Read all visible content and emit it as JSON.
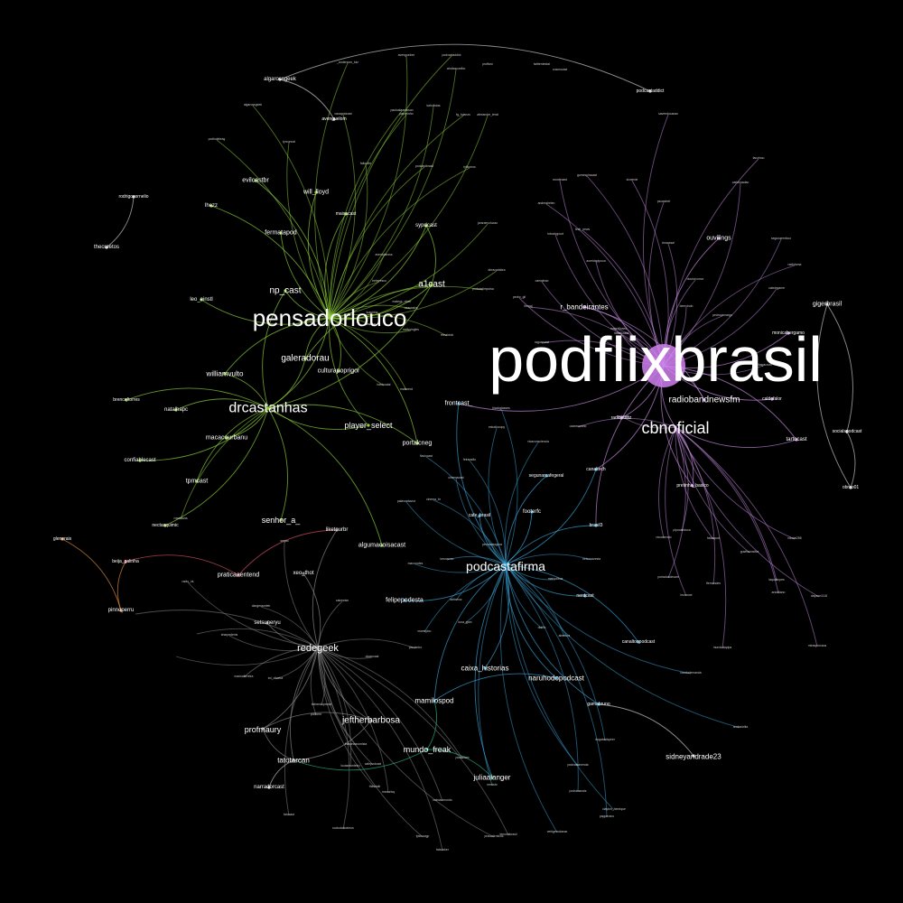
{
  "graph": {
    "background": "#000000",
    "communities": {
      "green": "#8fd13a",
      "purple": "#c48ae0",
      "blue": "#3aa3d6",
      "gray": "#8a8a8a",
      "teal": "#2bb38a",
      "orange": "#e09040",
      "red": "#d05060",
      "white": "#cccccc"
    },
    "hub_node_color": "#d080f0",
    "nodes": [
      {
        "id": "podflixbrasil",
        "community": "purple"
      },
      {
        "id": "pensadorlouco",
        "community": "green"
      },
      {
        "id": "drcastanhas",
        "community": "green"
      },
      {
        "id": "podcastafirma",
        "community": "blue"
      },
      {
        "id": "cbnoficial",
        "community": "purple"
      },
      {
        "id": "radiobandnewsfm",
        "community": "purple"
      },
      {
        "id": "redegeek",
        "community": "gray"
      },
      {
        "id": "jeftherbarbosa",
        "community": "gray"
      },
      {
        "id": "galeradorau",
        "community": "green"
      },
      {
        "id": "np_cast",
        "community": "green"
      },
      {
        "id": "a1cast",
        "community": "green"
      },
      {
        "id": "player_select",
        "community": "green"
      },
      {
        "id": "senhor_a_",
        "community": "green"
      },
      {
        "id": "profmaury",
        "community": "gray"
      },
      {
        "id": "tatotarcan",
        "community": "gray"
      },
      {
        "id": "mundo_freak",
        "community": "teal"
      },
      {
        "id": "juliaalanger",
        "community": "teal"
      },
      {
        "id": "mamilospod",
        "community": "blue"
      },
      {
        "id": "caixa_historias",
        "community": "blue"
      },
      {
        "id": "naruhodopodcast",
        "community": "blue"
      },
      {
        "id": "sidneyandrade23",
        "community": "white"
      },
      {
        "id": "r_bandeirantes",
        "community": "purple"
      },
      {
        "id": "ouvilings",
        "community": "purple"
      },
      {
        "id": "gigerbrasil",
        "community": "white"
      },
      {
        "id": "frontcast_",
        "community": "blue"
      },
      {
        "id": "fermatapod",
        "community": "green"
      },
      {
        "id": "evilcastbr",
        "community": "green"
      },
      {
        "id": "will_lloyd",
        "community": "green"
      },
      {
        "id": "williamvulto",
        "community": "green"
      },
      {
        "id": "culturapoprigor",
        "community": "green"
      },
      {
        "id": "macacourbanu",
        "community": "green"
      },
      {
        "id": "natalhapc",
        "community": "green"
      },
      {
        "id": "portalcneg",
        "community": "green"
      },
      {
        "id": "algumacoisacast",
        "community": "green"
      },
      {
        "id": "felipepodesta",
        "community": "blue"
      },
      {
        "id": "setsuneryu",
        "community": "gray"
      },
      {
        "id": "xeo_thot",
        "community": "gray"
      },
      {
        "id": "liketourbr",
        "community": "gray"
      },
      {
        "id": "praticaaentend",
        "community": "red"
      },
      {
        "id": "beija_galinha",
        "community": "red"
      },
      {
        "id": "pinnoperru",
        "community": "orange"
      },
      {
        "id": "glenerais",
        "community": "orange"
      },
      {
        "id": "narradorcast",
        "community": "white"
      },
      {
        "id": "thecreetos",
        "community": "white"
      },
      {
        "id": "rodrigocornelio",
        "community": "white"
      },
      {
        "id": "lhezz",
        "community": "green"
      },
      {
        "id": "leo_einstl",
        "community": "green"
      },
      {
        "id": "sypdcast",
        "community": "green"
      },
      {
        "id": "maisacast",
        "community": "green"
      },
      {
        "id": "confiablecast",
        "community": "green"
      },
      {
        "id": "tpmcast",
        "community": "green"
      },
      {
        "id": "brenceftorres",
        "community": "green"
      },
      {
        "id": "nectasquimic",
        "community": "green"
      },
      {
        "id": "caldofalor",
        "community": "purple"
      },
      {
        "id": "radiosuaiz",
        "community": "purple"
      },
      {
        "id": "monicabergamo",
        "community": "purple"
      },
      {
        "id": "tartocast",
        "community": "purple"
      },
      {
        "id": "obrao01",
        "community": "white"
      },
      {
        "id": "socialspodcast",
        "community": "white"
      },
      {
        "id": "cafe_brasil",
        "community": "blue"
      },
      {
        "id": "footerfc",
        "community": "blue"
      },
      {
        "id": "segunarcafegeral",
        "community": "blue"
      },
      {
        "id": "canaltech",
        "community": "blue"
      },
      {
        "id": "brasil3",
        "community": "blue"
      },
      {
        "id": "nerdcast",
        "community": "blue"
      },
      {
        "id": "canaltoopodcast",
        "community": "blue"
      },
      {
        "id": "gamabruno",
        "community": "blue"
      },
      {
        "id": "pretinha_basico",
        "community": "purple"
      },
      {
        "id": "podcastaddict",
        "community": "white"
      },
      {
        "id": "algarossgeek",
        "community": "white"
      },
      {
        "id": "avenguelom",
        "community": "white"
      }
    ],
    "labels": [
      {
        "text": "podflixbrasil"
      },
      {
        "text": "pensadorlouco"
      },
      {
        "text": "drcastanhas"
      },
      {
        "text": "podcastafirma"
      },
      {
        "text": "cbnoficial"
      },
      {
        "text": "radiobandnewsfm"
      },
      {
        "text": "redegeek"
      },
      {
        "text": "jeftherbarbosa"
      },
      {
        "text": "galeradorau"
      },
      {
        "text": "np_cast"
      },
      {
        "text": "a1cast"
      },
      {
        "text": "player_select"
      },
      {
        "text": "senhor_a_"
      },
      {
        "text": "profmaury"
      },
      {
        "text": "tatotarcan"
      },
      {
        "text": "mundo_freak"
      },
      {
        "text": "juliaalanger"
      },
      {
        "text": "mamilospod"
      },
      {
        "text": "caixa_historias"
      },
      {
        "text": "naruhodopodcast"
      },
      {
        "text": "sidneyandrade23"
      },
      {
        "text": "r_bandeirantes"
      },
      {
        "text": "ouvilings"
      },
      {
        "text": "gigerbrasil"
      },
      {
        "text": "frontcast_"
      },
      {
        "text": "fermatapod"
      },
      {
        "text": "evilcastbr"
      },
      {
        "text": "will_lloyd"
      },
      {
        "text": "williamvulto"
      },
      {
        "text": "culturapoprigor"
      },
      {
        "text": "macacourbanu"
      },
      {
        "text": "natalhapc"
      },
      {
        "text": "portalcneg"
      },
      {
        "text": "algumacoisacast"
      },
      {
        "text": "felipepodesta"
      },
      {
        "text": "setsuneryu"
      },
      {
        "text": "xeo_thot"
      },
      {
        "text": "liketourbr"
      },
      {
        "text": "praticaaentend"
      },
      {
        "text": "beija_galinha"
      },
      {
        "text": "pinnoperru"
      },
      {
        "text": "glenerais"
      },
      {
        "text": "narradorcast"
      },
      {
        "text": "thecreetos"
      },
      {
        "text": "rodrigocornelio"
      },
      {
        "text": "lhezz"
      },
      {
        "text": "leo_einstl"
      },
      {
        "text": "sypdcast"
      },
      {
        "text": "maisacast"
      },
      {
        "text": "confiablecast"
      },
      {
        "text": "tpmcast"
      },
      {
        "text": "brenceftorres"
      },
      {
        "text": "nectasquimic"
      },
      {
        "text": "caldofalor"
      },
      {
        "text": "radiosuaiz"
      },
      {
        "text": "monicabergamo"
      },
      {
        "text": "tartocast"
      },
      {
        "text": "obrao01"
      },
      {
        "text": "socialspodcast"
      },
      {
        "text": "cafe_brasil"
      },
      {
        "text": "footerfc"
      },
      {
        "text": "segunarcafegeral"
      },
      {
        "text": "canaltech"
      },
      {
        "text": "brasil3"
      },
      {
        "text": "nerdcast"
      },
      {
        "text": "canaltoopodcast"
      },
      {
        "text": "gamabruno"
      },
      {
        "text": "pretinha_basico"
      },
      {
        "text": "podcastaddict"
      },
      {
        "text": "algarossgeek"
      },
      {
        "text": "avenguelom"
      }
    ],
    "edges": [
      [
        "pensadorlouco",
        "drcastanhas"
      ],
      [
        "pensadorlouco",
        "galeradorau"
      ],
      [
        "pensadorlouco",
        "np_cast"
      ],
      [
        "pensadorlouco",
        "a1cast"
      ],
      [
        "pensadorlouco",
        "fermatapod"
      ],
      [
        "pensadorlouco",
        "evilcastbr"
      ],
      [
        "pensadorlouco",
        "will_lloyd"
      ],
      [
        "pensadorlouco",
        "lhezz"
      ],
      [
        "pensadorlouco",
        "leo_einstl"
      ],
      [
        "pensadorlouco",
        "sypdcast"
      ],
      [
        "pensadorlouco",
        "maisacast"
      ],
      [
        "pensadorlouco",
        "williamvulto"
      ],
      [
        "pensadorlouco",
        "culturapoprigor"
      ],
      [
        "pensadorlouco",
        "player_select"
      ],
      [
        "pensadorlouco",
        "portalcneg"
      ],
      [
        "drcastanhas",
        "galeradorau"
      ],
      [
        "drcastanhas",
        "macacourbanu"
      ],
      [
        "drcastanhas",
        "natalhapc"
      ],
      [
        "drcastanhas",
        "confiablecast"
      ],
      [
        "drcastanhas",
        "tpmcast"
      ],
      [
        "drcastanhas",
        "senhor_a_"
      ],
      [
        "drcastanhas",
        "brenceftorres"
      ],
      [
        "drcastanhas",
        "nectasquimic"
      ],
      [
        "drcastanhas",
        "player_select"
      ],
      [
        "drcastanhas",
        "algumacoisacast"
      ],
      [
        "drcastanhas",
        "williamvulto"
      ],
      [
        "drcastanhas",
        "portalcneg"
      ],
      [
        "drcastanhas",
        "a1cast"
      ],
      [
        "drcastanhas",
        "np_cast"
      ],
      [
        "a1cast",
        "sypdcast"
      ],
      [
        "galeradorau",
        "a1cast"
      ],
      [
        "podflixbrasil",
        "cbnoficial"
      ],
      [
        "podflixbrasil",
        "radiobandnewsfm"
      ],
      [
        "podflixbrasil",
        "r_bandeirantes"
      ],
      [
        "podflixbrasil",
        "ouvilings"
      ],
      [
        "podflixbrasil",
        "caldofalor"
      ],
      [
        "podflixbrasil",
        "radiosuaiz"
      ],
      [
        "podflixbrasil",
        "monicabergamo"
      ],
      [
        "podflixbrasil",
        "tartocast"
      ],
      [
        "podflixbrasil",
        "pretinha_basico"
      ],
      [
        "podflixbrasil",
        "frontcast_"
      ],
      [
        "podflixbrasil",
        "brasil3"
      ],
      [
        "podflixbrasil",
        "canaltech"
      ],
      [
        "radiobandnewsfm",
        "r_bandeirantes"
      ],
      [
        "cbnoficial",
        "pretinha_basico"
      ],
      [
        "cbnoficial",
        "tartocast"
      ],
      [
        "podcastafirma",
        "frontcast_"
      ],
      [
        "podcastafirma",
        "mamilospod"
      ],
      [
        "podcastafirma",
        "caixa_historias"
      ],
      [
        "podcastafirma",
        "naruhodopodcast"
      ],
      [
        "podcastafirma",
        "cafe_brasil"
      ],
      [
        "podcastafirma",
        "footerfc"
      ],
      [
        "podcastafirma",
        "segunarcafegeral"
      ],
      [
        "podcastafirma",
        "canaltech"
      ],
      [
        "podcastafirma",
        "brasil3"
      ],
      [
        "podcastafirma",
        "nerdcast"
      ],
      [
        "podcastafirma",
        "canaltoopodcast"
      ],
      [
        "podcastafirma",
        "gamabruno"
      ],
      [
        "podcastafirma",
        "felipepodesta"
      ],
      [
        "podcastafirma",
        "juliaalanger"
      ],
      [
        "mamilospod",
        "naruhodopodcast"
      ],
      [
        "redegeek",
        "jeftherbarbosa"
      ],
      [
        "redegeek",
        "profmaury"
      ],
      [
        "redegeek",
        "tatotarcan"
      ],
      [
        "redegeek",
        "setsuneryu"
      ],
      [
        "redegeek",
        "xeo_thot"
      ],
      [
        "redegeek",
        "liketourbr"
      ],
      [
        "jeftherbarbosa",
        "profmaury"
      ],
      [
        "jeftherbarbosa",
        "tatotarcan"
      ],
      [
        "profmaury",
        "tatotarcan"
      ],
      [
        "mundo_freak",
        "juliaalanger"
      ],
      [
        "mundo_freak",
        "mamilospod"
      ],
      [
        "mundo_freak",
        "tatotarcan"
      ],
      [
        "praticaaentend",
        "beija_galinha"
      ],
      [
        "praticaaentend",
        "liketourbr"
      ],
      [
        "pinnoperru",
        "glenerais"
      ],
      [
        "pinnoperru",
        "beija_galinha"
      ],
      [
        "thecreetos",
        "rodrigocornelio"
      ],
      [
        "gigerbrasil",
        "socialspodcast"
      ],
      [
        "gigerbrasil",
        "obrao01"
      ],
      [
        "socialspodcast",
        "obrao01"
      ],
      [
        "sidneyandrade23",
        "gamabruno"
      ],
      [
        "narradorcast",
        "tatotarcan"
      ],
      [
        "podcastaddict",
        "algarossgeek"
      ],
      [
        "algarossgeek",
        "avenguelom"
      ]
    ],
    "minor_labels": [
      "algarossgeek",
      "_andersom_luiz",
      "avenguelom",
      "podcastaddict",
      "cristiascoelho",
      "proffaro",
      "alexandre_terat",
      "pauloalaarraison",
      "twitterdestat",
      "cosmocast",
      "podisdebrag",
      "tyrconnal",
      "falloutbr",
      "podcastbrasil",
      "avenidaboss",
      "tyfilomos",
      "juraraevolucao",
      "fg_fulanos",
      "kaholistas",
      "paperinho",
      "vaoapodcast",
      "beberesco",
      "luapinha",
      "ozacastra",
      "mateus_oliver",
      "ouvilings",
      "nativoingles",
      "reinaldolc",
      "tomboatal",
      "maisnerd",
      "abracadabra",
      "podcastimpulsa",
      "lhenaj",
      "pedro_gil",
      "raguarcast",
      "lobodogood",
      "andreahelen",
      "camaleao",
      "tech_news",
      "mordecast",
      "gomespiracast",
      "aoreidapipoca",
      "sixverde",
      "pscastnet",
      "bnacasal",
      "doutorconvo",
      "bemvindo",
      "pedrocamargo",
      "caiwingame",
      "radiolama",
      "segunaemfoco",
      "fanzinou",
      "carlosnadao",
      "saveeducacao",
      "magnificaeu",
      "rafaelcosta",
      "sinhagarzoni",
      "podmais",
      "ozarmarinho",
      "vivaconsciencia",
      "blackglasses",
      "estudiocopy",
      "feiraradio",
      "cinemacast",
      "cinema_br",
      "palavradavoz",
      "flaviocast",
      "pennaseagora",
      "kesnarmo",
      "marcondes",
      "tartirmoz",
      "luna_gom",
      "moretyloo",
      "pisciantro",
      "dotflix",
      "abertura",
      "mariodibus",
      "nelsonavesta",
      "recomendo",
      "pipocaeduca",
      "fatiaspod",
      "portadosdesam",
      "bvonnoe",
      "tfernandes",
      "gusthavosilva",
      "arstatiano",
      "dayane1118",
      "taquialopes",
      "nikolai288",
      "mirasporcaus",
      "caudodemanda",
      "mundodapipa",
      "andredzilla",
      "dogabadspeer",
      "podcastavenda",
      "podsimanais",
      "clayton_henrique",
      "papperano",
      "vertigemdomar",
      "tennnisbrasil",
      "pracademicos",
      "fatsucker",
      "tpshowgp",
      "sociodosbairros",
      "fatocast",
      "manorisq",
      "thinktalk",
      "calmaomundo",
      "nerdsbr",
      "podfaltam",
      "cafepodcast",
      "lucasmonteiro",
      "thaiseconomista",
      "bebendopresei",
      "podneer",
      "ed_oliveira",
      "marisaferreira",
      "sharpedenis",
      "dangeraceleb",
      "cairewise",
      "doomcast",
      "serjao",
      "rosantana",
      "radio_ok"
    ]
  }
}
